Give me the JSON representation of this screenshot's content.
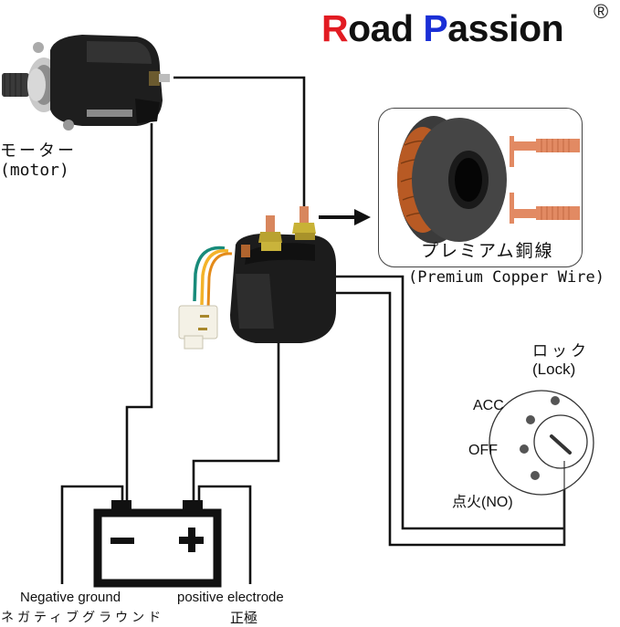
{
  "brand": {
    "first_letter": "R",
    "rest_first": "oad ",
    "second_letter": "P",
    "rest_second": "assion",
    "registered_mark": "®",
    "colors": {
      "R": "#e21b22",
      "P": "#1a2fd6",
      "text": "#111111"
    }
  },
  "components": {
    "motor": {
      "label_jp": "モーター",
      "label_en": "(motor)",
      "icon": "starter-motor-icon"
    },
    "relay": {
      "icon": "starter-relay-solenoid-icon"
    },
    "copper_wire": {
      "label_jp": "プレミアム銅線",
      "label_en": "(Premium Copper Wire)",
      "icons": [
        "copper-wire-spool-icon",
        "copper-bolt-icon"
      ]
    },
    "ignition_switch": {
      "title_jp": "ロック",
      "title_en": "(Lock)",
      "positions": [
        "ACC",
        "OFF",
        "点火(NO)"
      ],
      "icon": "ignition-key-switch-icon"
    },
    "battery": {
      "negative_symbol": "−",
      "positive_symbol": "+",
      "negative_label_en": "Negative ground",
      "negative_label_jp": "ネガティブグラウンド",
      "positive_label_en": "positive electrode",
      "positive_label_jp": "正極"
    }
  },
  "colors": {
    "wire": "#111111",
    "copper": "#c8622a",
    "relay_body": "#1c1c1c"
  }
}
